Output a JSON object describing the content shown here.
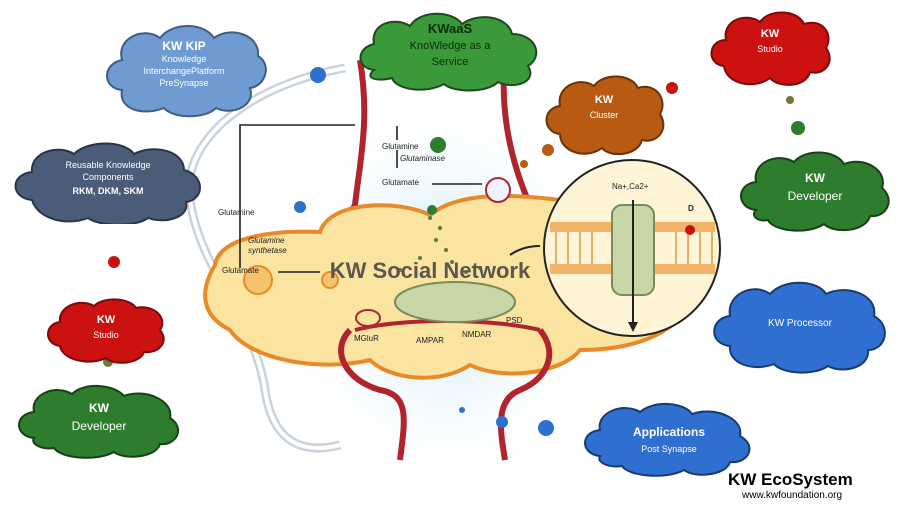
{
  "center": {
    "title": "KW Social Network"
  },
  "clouds": {
    "kwaas": {
      "title": "KWaaS",
      "line1": "KnoWledge as a",
      "line2": "Service"
    },
    "kw_kip": {
      "title": "KW KIP",
      "line1": "Knowledge",
      "line2": "InterchangePlatform",
      "line3": "PreSynapse"
    },
    "reusable": {
      "line1": "Reusable Knowledge",
      "line2": "Components",
      "line3": "RKM, DKM, SKM"
    },
    "studio_top": {
      "title": "KW",
      "line1": "Studio"
    },
    "cluster": {
      "title": "KW",
      "line1": "Cluster"
    },
    "developer_right": {
      "title": "KW",
      "line1": "Developer"
    },
    "processor": {
      "title": "KW Processor"
    },
    "studio_left": {
      "title": "KW",
      "line1": "Studio"
    },
    "developer_left": {
      "title": "KW",
      "line1": "Developer"
    },
    "applications": {
      "title": "Applications",
      "line1": "Post Synapse"
    }
  },
  "synapse_labels": {
    "glutamine_top": "Glutamine",
    "glutaminase": "Glutaminase",
    "glutamate_top": "Glutamate",
    "glutamine_left": "Glutamine",
    "glutamine_synthetase_1": "Glutamine",
    "glutamine_synthetase_2": "synthetase",
    "glutamate_left": "Glutamate",
    "ion": "Na+,Ca2+",
    "mglur": "MGluR",
    "ampar": "AMPAR",
    "nmdar": "NMDAR",
    "psd": "PSD",
    "d_label": "D"
  },
  "footer": {
    "title": "KW EcoSystem",
    "url": "www.kwfoundation.org"
  },
  "colors": {
    "green_cloud": "#2e7d2e",
    "kwaas_green": "#3a9a3a",
    "red_cloud": "#cc1111",
    "blue_cloud": "#2f6fd0",
    "slate_cloud": "#4a5c78",
    "light_blue_cloud": "#6f9bd2",
    "orange_cloud": "#b85a12",
    "astrocyte": "#fbe3a0",
    "astrocyte_edge": "#e88a2a",
    "neuron_edge": "#b0242e"
  }
}
